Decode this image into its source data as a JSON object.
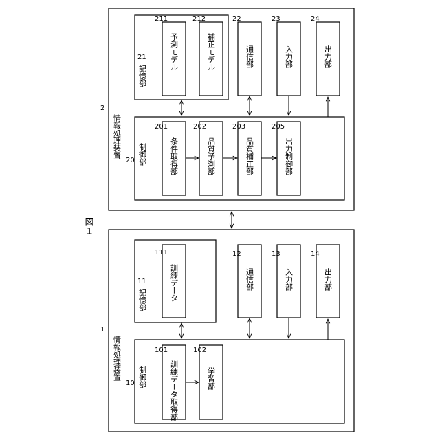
{
  "figure": {
    "label": "図１"
  },
  "device1": {
    "ref": "1",
    "name": "情報処理装置",
    "control": {
      "ref": "10",
      "name": "制御部",
      "items": [
        {
          "ref": "101",
          "name": "訓練データ取得部"
        },
        {
          "ref": "102",
          "name": "学習部"
        }
      ]
    },
    "storage": {
      "ref": "11",
      "name": "記憶部",
      "items": [
        {
          "ref": "111",
          "name": "訓練データ"
        }
      ]
    },
    "comm": {
      "ref": "12",
      "name": "通信部"
    },
    "input": {
      "ref": "13",
      "name": "入力部"
    },
    "output": {
      "ref": "14",
      "name": "出力部"
    }
  },
  "device2": {
    "ref": "2",
    "name": "情報処理装置",
    "control": {
      "ref": "20",
      "name": "制御部",
      "items": [
        {
          "ref": "201",
          "name": "条件取得部"
        },
        {
          "ref": "202",
          "name": "品質予測部"
        },
        {
          "ref": "203",
          "name": "品質補正部"
        },
        {
          "ref": "205",
          "name": "出力制御部"
        }
      ]
    },
    "storage": {
      "ref": "21",
      "name": "記憶部",
      "items": [
        {
          "ref": "211",
          "name": "予測モデル"
        },
        {
          "ref": "212",
          "name": "補正モデル"
        }
      ]
    },
    "comm": {
      "ref": "22",
      "name": "通信部"
    },
    "input": {
      "ref": "23",
      "name": "入力部"
    },
    "output": {
      "ref": "24",
      "name": "出力部"
    }
  }
}
